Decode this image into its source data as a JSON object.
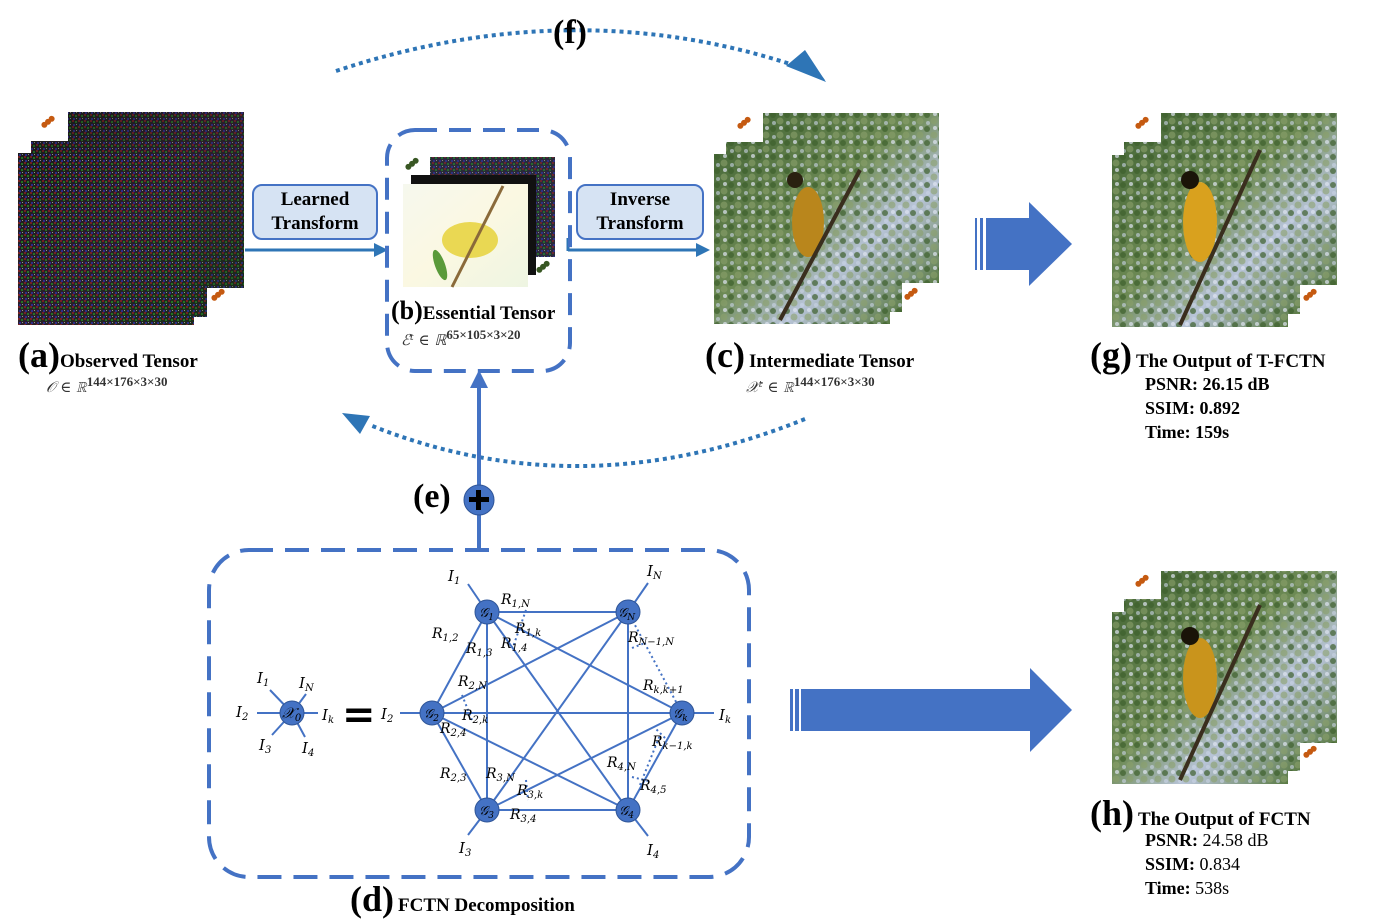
{
  "colors": {
    "accent_blue": "#4472c4",
    "dotted_arrow_blue": "#2e75b6",
    "transform_box_fill": "#d6e3f3",
    "dots_orange": "#c55a11",
    "dots_green": "#385723"
  },
  "panel_a": {
    "letter": "(a)",
    "title": "Observed Tensor",
    "math_symbol": "𝒪 ∈ ℝ",
    "math_dims": "144×176×3×30"
  },
  "panel_b": {
    "letter": "(b)",
    "title": "Essential Tensor",
    "math_symbol": "ℰᵗ ∈ ℝ",
    "math_dims": "65×105×3×20"
  },
  "panel_c": {
    "letter": "(c)",
    "title": "Intermediate Tensor",
    "math_symbol": "𝒳ᵗ ∈ ℝ",
    "math_dims": "144×176×3×30"
  },
  "panel_d": {
    "letter": "(d)",
    "title": "FCTN Decomposition"
  },
  "panel_e": {
    "letter": "(e)",
    "icon": "plus-circle-icon"
  },
  "panel_f": {
    "letter": "(f)"
  },
  "panel_g": {
    "letter": "(g)",
    "title": "The Output of T-FCTN",
    "metrics": [
      {
        "label": "PSNR:",
        "value": "26.15 dB"
      },
      {
        "label": "SSIM:",
        "value": "0.892"
      },
      {
        "label": "Time:",
        "value": "159s"
      }
    ]
  },
  "panel_h": {
    "letter": "(h)",
    "title": "The Output of FCTN",
    "metrics": [
      {
        "label": "PSNR:",
        "value": "24.58 dB"
      },
      {
        "label": "SSIM:",
        "value": "0.834"
      },
      {
        "label": "Time:",
        "value": "538s"
      }
    ]
  },
  "transforms": {
    "learned": [
      "Learned",
      "Transform"
    ],
    "inverse": [
      "Inverse",
      "Transform"
    ]
  },
  "dots": "•••",
  "fctn": {
    "left_node": "𝒳",
    "left_node_sub": "0",
    "left_edges": [
      {
        "main": "I",
        "sub": "1"
      },
      {
        "main": "I",
        "sub": "N"
      },
      {
        "main": "I",
        "sub": "2"
      },
      {
        "main": "I",
        "sub": "k"
      },
      {
        "main": "I",
        "sub": "3"
      },
      {
        "main": "I",
        "sub": "4"
      }
    ],
    "equals": "=",
    "nodes": [
      {
        "id": "G1",
        "main": "𝒢",
        "sub": "1",
        "leg_main": "I",
        "leg_sub": "1"
      },
      {
        "id": "GN",
        "main": "𝒢",
        "sub": "N",
        "leg_main": "I",
        "leg_sub": "N"
      },
      {
        "id": "G2",
        "main": "𝒢",
        "sub": "2",
        "leg_main": "I",
        "leg_sub": "2"
      },
      {
        "id": "Gk",
        "main": "𝒢",
        "sub": "k",
        "leg_main": "I",
        "leg_sub": "k"
      },
      {
        "id": "G3",
        "main": "𝒢",
        "sub": "3",
        "leg_main": "I",
        "leg_sub": "3"
      },
      {
        "id": "G4",
        "main": "𝒢",
        "sub": "4",
        "leg_main": "I",
        "leg_sub": "4"
      }
    ],
    "rank_labels": [
      {
        "main": "R",
        "sub": "1,N"
      },
      {
        "main": "R",
        "sub": "1,k"
      },
      {
        "main": "R",
        "sub": "1,2"
      },
      {
        "main": "R",
        "sub": "1,3"
      },
      {
        "main": "R",
        "sub": "1,4"
      },
      {
        "main": "R",
        "sub": "N−1,N"
      },
      {
        "main": "R",
        "sub": "2,N"
      },
      {
        "main": "R",
        "sub": "2,k"
      },
      {
        "main": "R",
        "sub": "2,4"
      },
      {
        "main": "R",
        "sub": "k,k+1"
      },
      {
        "main": "R",
        "sub": "k−1,k"
      },
      {
        "main": "R",
        "sub": "2,3"
      },
      {
        "main": "R",
        "sub": "3,N"
      },
      {
        "main": "R",
        "sub": "3,k"
      },
      {
        "main": "R",
        "sub": "3,4"
      },
      {
        "main": "R",
        "sub": "4,N"
      },
      {
        "main": "R",
        "sub": "4,5"
      }
    ]
  }
}
